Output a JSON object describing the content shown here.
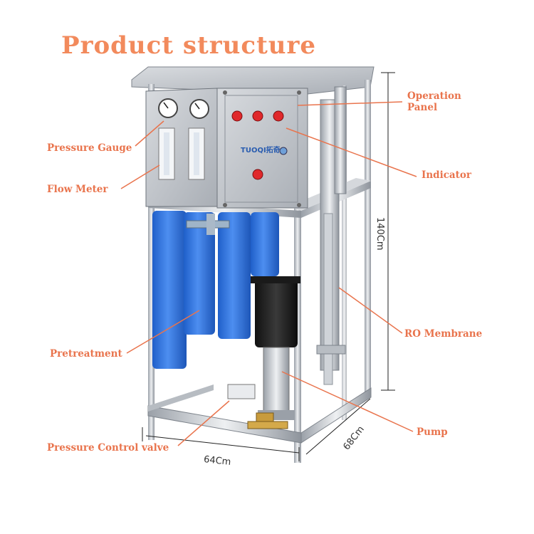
{
  "title": "Product structure",
  "brand": "TUOQI拓奇",
  "labels": {
    "operation_panel": "Operation\nPanel",
    "pressure_gauge": "Pressure Gauge",
    "indicator": "Indicator",
    "flow_meter": "Flow Meter",
    "ro_membrane": "RO Membrane",
    "pretreatment": "Pretreatment",
    "pump": "Pump",
    "pressure_control_valve": "Pressure Control valve"
  },
  "dimensions": {
    "height": "140Cm",
    "width": "64Cm",
    "depth": "68Cm"
  },
  "colors": {
    "accent": "#e9744d",
    "filter_blue": "#2f6fd6",
    "steel": "#c9ccd1",
    "indicator_red": "#e0282b"
  }
}
